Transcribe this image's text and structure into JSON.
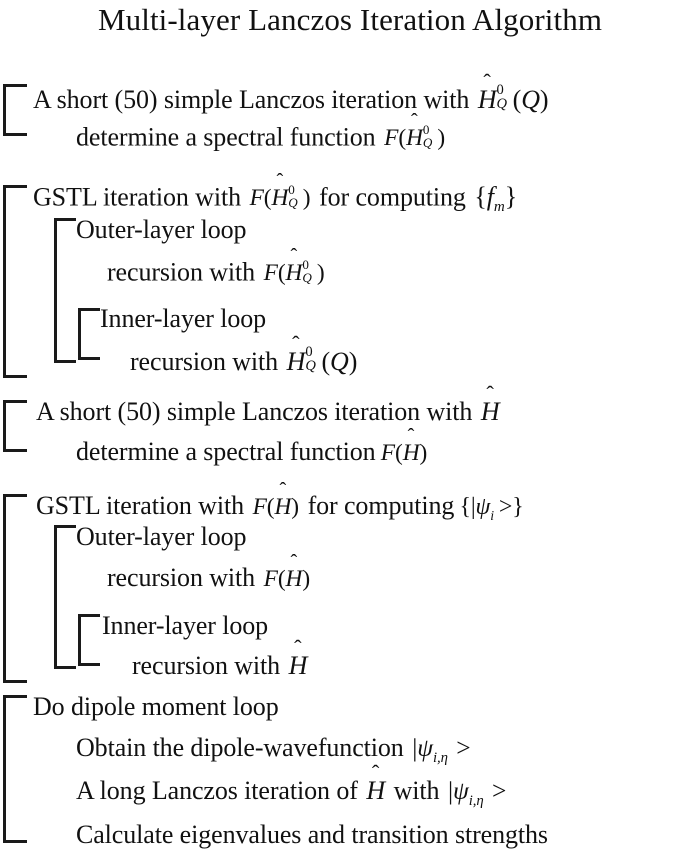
{
  "title": "Multi-layer Lanczos Iteration Algorithm",
  "colors": {
    "text": "#111111",
    "bracket": "#1a1a1a",
    "background": "#ffffff"
  },
  "blocks": [
    {
      "id": "block-1-short-lanczos-h0q",
      "bracket": "outer",
      "lines": [
        {
          "id": "b1-l1",
          "text": "A short (50) simple Lanczos iteration with  Ĥ⁰_Q(Q)"
        },
        {
          "id": "b1-l2",
          "text": "determine a spectral function  F(Ĥ⁰_Q)"
        }
      ]
    },
    {
      "id": "block-2-gstl-h0q",
      "bracket": "outer",
      "lines": [
        {
          "id": "b2-l1",
          "text": "GSTL iteration  with  F(Ĥ⁰_Q) for computing {f_m}"
        },
        {
          "id": "b2-l2",
          "text": "Outer-layer loop"
        },
        {
          "id": "b2-l3",
          "text": "recursion with  F(Ĥ⁰_Q)"
        },
        {
          "id": "b2-l4",
          "text": "Inner-layer loop"
        },
        {
          "id": "b2-l5",
          "text": "recursion with  Ĥ⁰_Q(Q)"
        }
      ]
    },
    {
      "id": "block-3-short-lanczos-h",
      "bracket": "outer",
      "lines": [
        {
          "id": "b3-l1",
          "text": "A short (50) simple Lanczos iteration with  Ĥ"
        },
        {
          "id": "b3-l2",
          "text": "determine a spectral function F(Ĥ)"
        }
      ]
    },
    {
      "id": "block-4-gstl-h",
      "bracket": "outer",
      "lines": [
        {
          "id": "b4-l1",
          "text": "GSTL iteration  with  F(Ĥ)  for computing {|ψ_i >}"
        },
        {
          "id": "b4-l2",
          "text": "Outer-layer loop"
        },
        {
          "id": "b4-l3",
          "text": "recursion with  F(Ĥ)"
        },
        {
          "id": "b4-l4",
          "text": "Inner-layer loop"
        },
        {
          "id": "b4-l5",
          "text": "recursion with Ĥ"
        }
      ]
    },
    {
      "id": "block-5-dipole-moment-loop",
      "bracket": "outer",
      "lines": [
        {
          "id": "b5-l1",
          "text": "Do dipole moment loop"
        },
        {
          "id": "b5-l2",
          "text": "Obtain the dipole-wavefunction |ψ_{i,η} >"
        },
        {
          "id": "b5-l3",
          "text": "A long Lanczos iteration of Ĥ  with  |ψ_{i,η} >"
        },
        {
          "id": "b5-l4",
          "text": "Calculate eigenvalues and  transition strengths"
        }
      ]
    }
  ],
  "text": {
    "a_short_50_simple_lanczos_iteration_with": "A short (50) simple Lanczos iteration with",
    "determine_a_spectral_function": "determine a spectral function",
    "gstl_iteration_with": "GSTL iteration  with",
    "for_computing": "for computing",
    "outer_layer_loop": "Outer-layer loop",
    "inner_layer_loop": "Inner-layer loop",
    "recursion_with": "recursion with",
    "do_dipole_moment_loop": "Do dipole moment loop",
    "obtain_the_dipole_wavefunction": "Obtain the dipole-wavefunction",
    "a_long_lanczos_iteration_of": "A long Lanczos iteration of",
    "with": "with",
    "calculate_eigenvalues_and_transition_strengths": "Calculate eigenvalues and  transition strengths"
  },
  "math": {
    "H": "H",
    "hat": "ˆ",
    "F": "F",
    "Q": "Q",
    "zero": "0",
    "lparen": "(",
    "rparen": ")",
    "lbrace": "{",
    "rbrace": "}",
    "bar": "|",
    "psi": "ψ",
    "f": "f",
    "m": "m",
    "i": "i",
    "eta": "η",
    "comma": ",",
    "gt": ">"
  }
}
